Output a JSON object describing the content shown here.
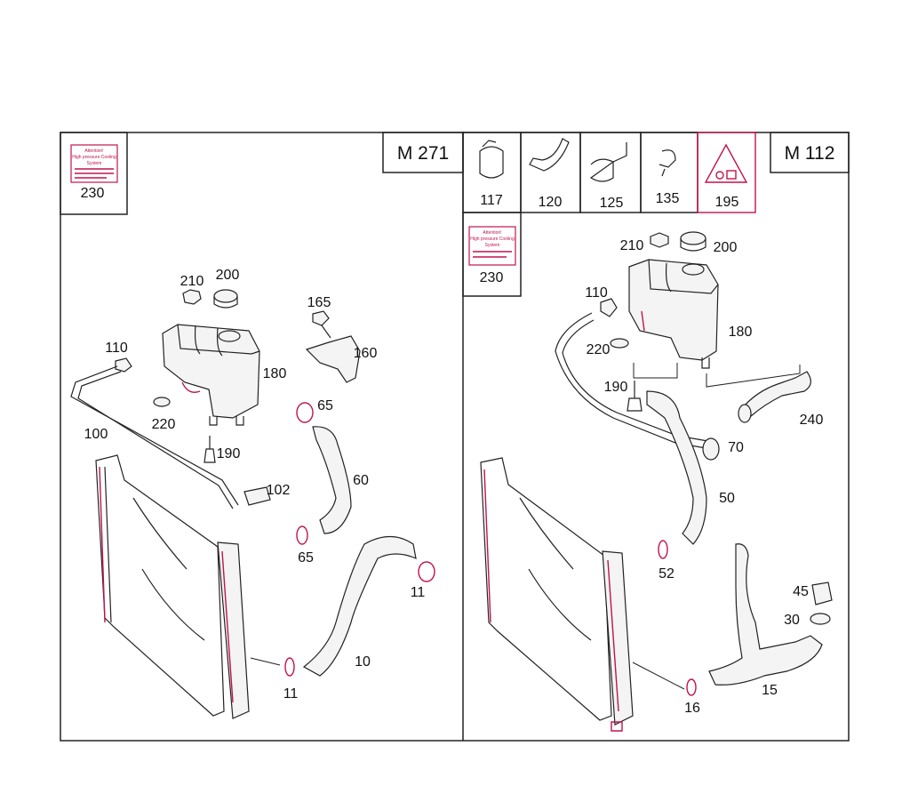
{
  "left_panel": {
    "engine_label": "M 271",
    "sticker_ref": "230",
    "sticker_text": [
      "Attention!",
      "High pressure Cooling",
      "System"
    ],
    "callouts": {
      "p210": "210",
      "p200": "200",
      "p110": "110",
      "p165": "165",
      "p160": "160",
      "p180": "180",
      "p220": "220",
      "p65a": "65",
      "p100": "100",
      "p190": "190",
      "p102": "102",
      "p60": "60",
      "p65b": "65",
      "p11a": "11",
      "p10": "10",
      "p11b": "11"
    }
  },
  "right_panel": {
    "engine_label": "M 112",
    "header_parts": [
      "117",
      "120",
      "125",
      "135",
      "195"
    ],
    "sticker_ref": "230",
    "sticker_text": [
      "Attention!",
      "High pressure Cooling",
      "System"
    ],
    "callouts": {
      "p210": "210",
      "p200": "200",
      "p110": "110",
      "p180": "180",
      "p220": "220",
      "p190": "190",
      "p240": "240",
      "p70": "70",
      "p50": "50",
      "p52": "52",
      "p45": "45",
      "p30": "30",
      "p15": "15",
      "p16": "16"
    }
  },
  "colors": {
    "accent": "#c0144a",
    "line": "#222222"
  }
}
